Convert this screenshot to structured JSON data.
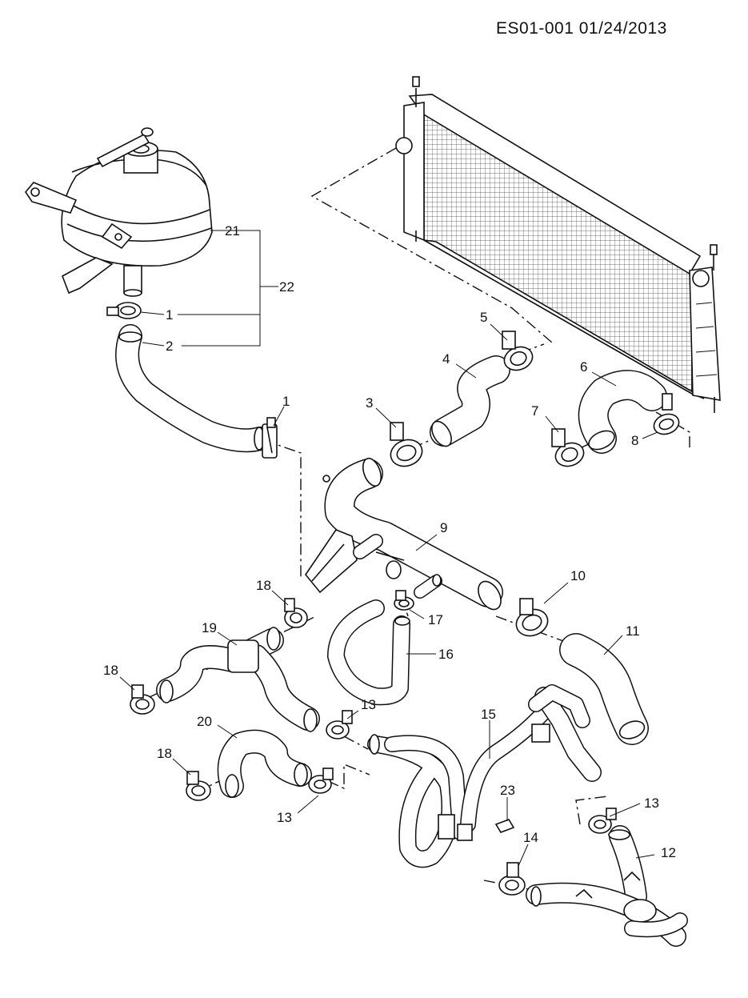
{
  "header": {
    "document_id": "ES01-001  01/24/2013"
  },
  "callouts": {
    "c1a": "1",
    "c1b": "1",
    "c2": "2",
    "c3": "3",
    "c4": "4",
    "c5": "5",
    "c6": "6",
    "c7": "7",
    "c8": "8",
    "c9": "9",
    "c10": "10",
    "c11": "11",
    "c12": "12",
    "c13a": "13",
    "c13b": "13",
    "c13c": "13",
    "c14": "14",
    "c15": "15",
    "c16": "16",
    "c17": "17",
    "c18a": "18",
    "c18b": "18",
    "c18c": "18",
    "c19": "19",
    "c20": "20",
    "c21": "21",
    "c22": "22",
    "c23": "23"
  }
}
